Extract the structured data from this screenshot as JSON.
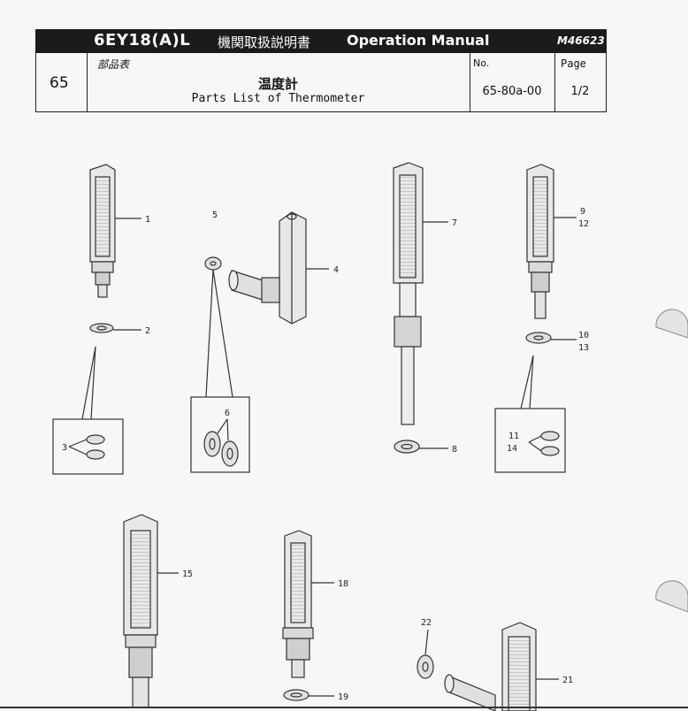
{
  "header": {
    "model": "6EY18(A)L",
    "title_jp": "機関取扱説明書",
    "title_en": "Operation Manual",
    "doc_code": "M46623"
  },
  "info": {
    "section": "65",
    "subtitle_jp": "部品表",
    "part_title_jp": "温度計",
    "part_title_en": "Parts List of Thermometer",
    "no_label": "No.",
    "no_value": "65-80a-00",
    "page_label": "Page",
    "page_value": "1/2"
  },
  "callouts": {
    "c1": "1",
    "c2": "2",
    "c3": "3",
    "c4": "4",
    "c5": "5",
    "c6": "6",
    "c7": "7",
    "c8": "8",
    "c9": "9",
    "c12": "12",
    "c10": "10",
    "c13": "13",
    "c11": "11",
    "c14": "14",
    "c15": "15",
    "c18": "18",
    "c19": "19",
    "c21": "21",
    "c22": "22"
  }
}
